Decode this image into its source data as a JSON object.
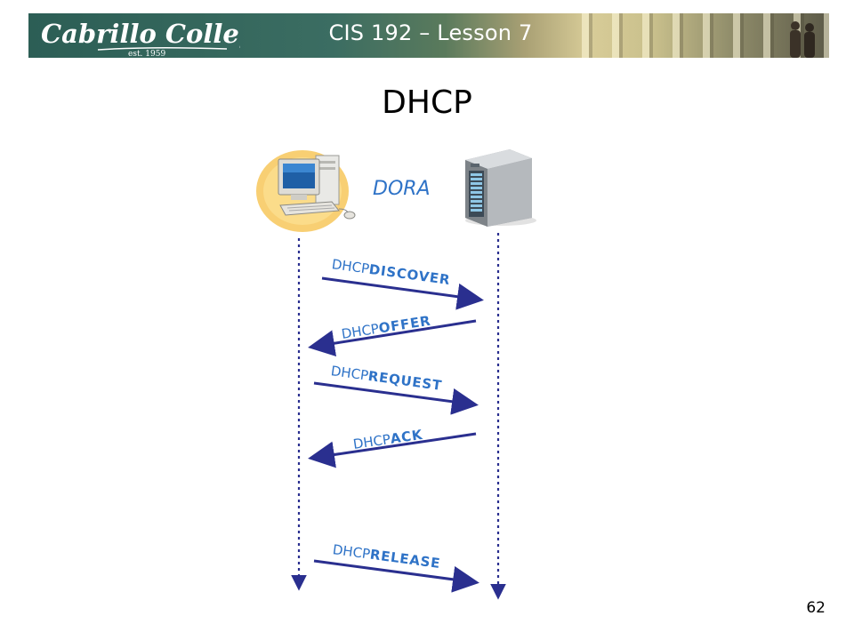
{
  "header": {
    "college_name": "Cabrillo College",
    "established": "est. 1959",
    "course_title": "CIS 192 – Lesson 7"
  },
  "slide": {
    "title": "DHCP",
    "dora_label": "DORA",
    "page_number": "62"
  },
  "messages": [
    {
      "prefix": "DHCP",
      "name": "DISCOVER",
      "direction": "client-to-server"
    },
    {
      "prefix": "DHCP",
      "name": "OFFER",
      "direction": "server-to-client"
    },
    {
      "prefix": "DHCP",
      "name": "REQUEST",
      "direction": "client-to-server"
    },
    {
      "prefix": "DHCP",
      "name": "ACK",
      "direction": "server-to-client"
    },
    {
      "prefix": "DHCP",
      "name": "RELEASE",
      "direction": "client-to-server"
    }
  ],
  "icons": [
    "computer-icon",
    "server-icon"
  ],
  "colors": {
    "label_blue": "#2f73c7",
    "arrow_navy": "#2a2f8f",
    "banner_green": "#2c5e55"
  }
}
